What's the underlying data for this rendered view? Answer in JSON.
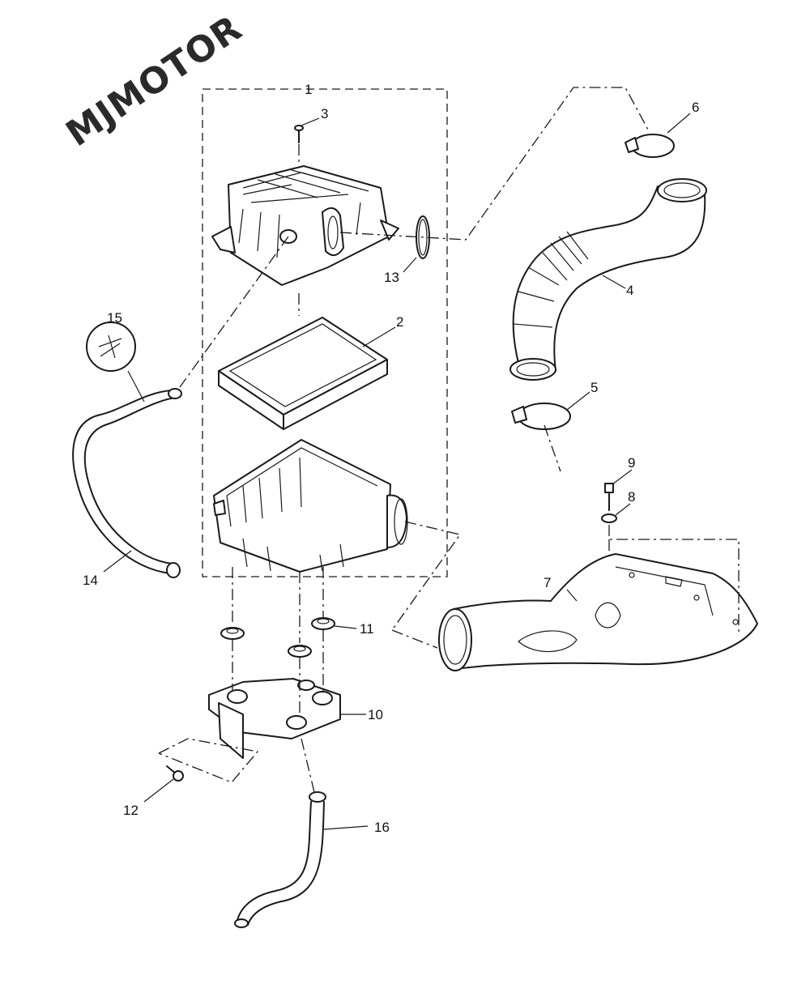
{
  "logo": {
    "text": "MJMOTOR"
  },
  "callouts": {
    "c1": "1",
    "c2": "2",
    "c3": "3",
    "c4": "4",
    "c5": "5",
    "c6": "6",
    "c7": "7",
    "c8": "8",
    "c9": "9",
    "c10": "10",
    "c11": "11",
    "c12": "12",
    "c13": "13",
    "c14": "14",
    "c15": "15",
    "c16": "16"
  },
  "colors": {
    "line": "#1a1a1a",
    "background": "#ffffff",
    "logo": "#2a2a2a"
  }
}
